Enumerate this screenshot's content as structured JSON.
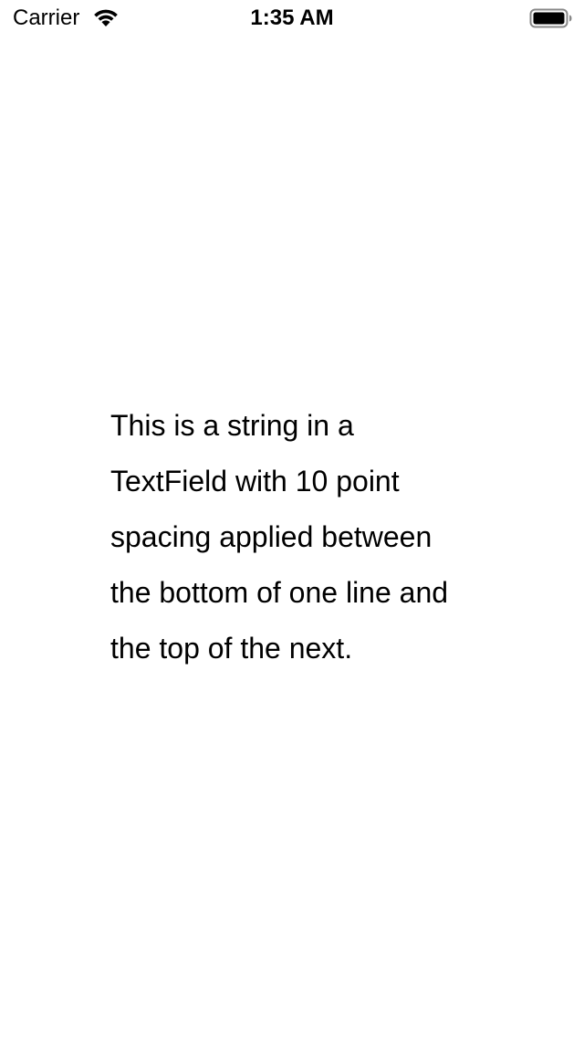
{
  "status_bar": {
    "carrier": "Carrier",
    "time": "1:35 AM",
    "wifi_icon": "wifi-icon",
    "battery_icon": "battery-icon"
  },
  "content": {
    "lines": [
      "This is a string in a",
      "TextField with 10 point",
      "spacing applied between",
      "the bottom of one line and",
      "the top of the next."
    ]
  },
  "colors": {
    "background": "#ffffff",
    "text": "#000000"
  }
}
